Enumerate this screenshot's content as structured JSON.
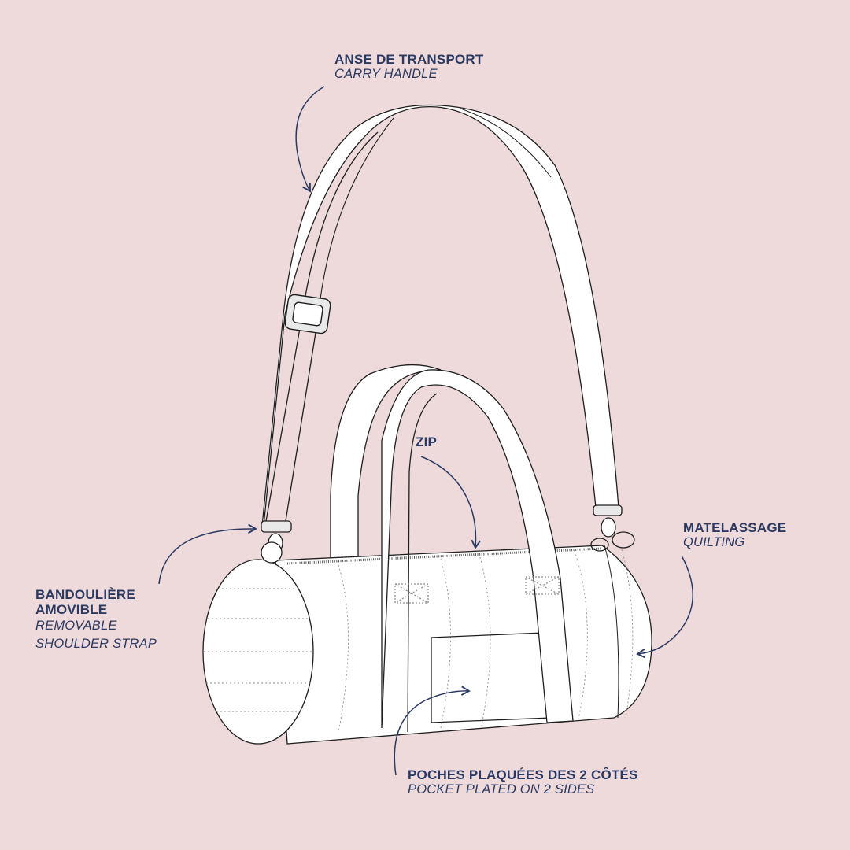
{
  "colors": {
    "background": "#eedadb",
    "text": "#2b3a63",
    "outline": "#1e1e1e",
    "fill": "#ffffff",
    "arrow": "#2b3a63"
  },
  "labels": {
    "carry_handle": {
      "fr": "ANSE DE TRANSPORT",
      "en": "CARRY HANDLE"
    },
    "zip": {
      "fr": "ZIP"
    },
    "quilting": {
      "fr": "MATELASSAGE",
      "en": "QUILTING"
    },
    "shoulder_strap": {
      "fr_line1": "BANDOULIÈRE",
      "fr_line2": "AMOVIBLE",
      "en_line1": "REMOVABLE",
      "en_line2": "SHOULDER STRAP"
    },
    "pocket": {
      "fr": "POCHES PLAQUÉES DES 2 CÔTÉS",
      "en": "POCKET PLATED ON 2 SIDES"
    }
  },
  "illustration": {
    "subject": "barrel-duffel-bag",
    "icons": [
      "adjuster-buckle-icon",
      "swivel-clasp-icon",
      "d-ring-icon",
      "arrow-icon"
    ]
  }
}
